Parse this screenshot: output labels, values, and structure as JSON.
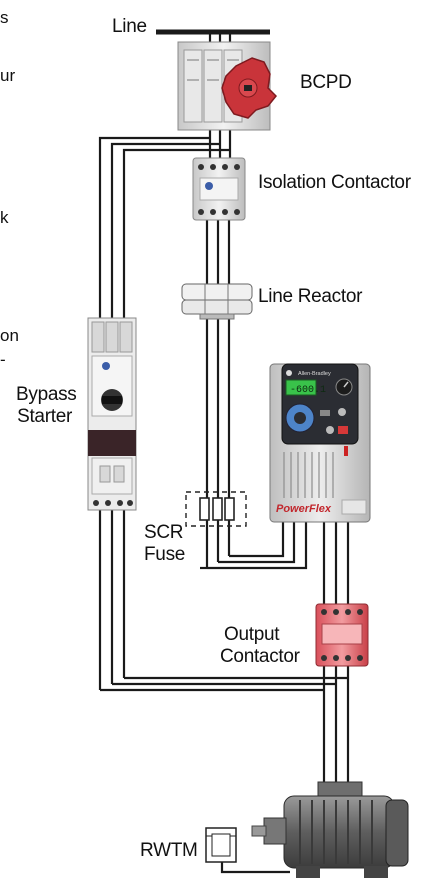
{
  "labels": {
    "line": "Line",
    "bcpd": "BCPD",
    "isolation_contactor": "Isolation Contactor",
    "line_reactor": "Line Reactor",
    "bypass_starter": [
      "Bypass",
      "Starter"
    ],
    "scr_fuse": [
      "SCR",
      "Fuse"
    ],
    "output_contactor": [
      "Output",
      "Contactor"
    ],
    "rwtm": "RWTM"
  },
  "drive": {
    "display_value": "-600.1",
    "brand_top": "Allen-Bradley",
    "brand": "PowerFlex"
  },
  "left_fragments": [
    "s",
    "ur",
    "k",
    "on",
    "-"
  ],
  "colors": {
    "wire": "#1a1a1a",
    "breaker_red": "#c9343a",
    "contactor_grey": "#dcdcdc",
    "drive_body": "#d9d9d9",
    "drive_face": "#2b2d33",
    "display_green": "#39c24a",
    "output_contactor_pink": "#e06a70",
    "motor_grey": "#6e6e6e"
  }
}
